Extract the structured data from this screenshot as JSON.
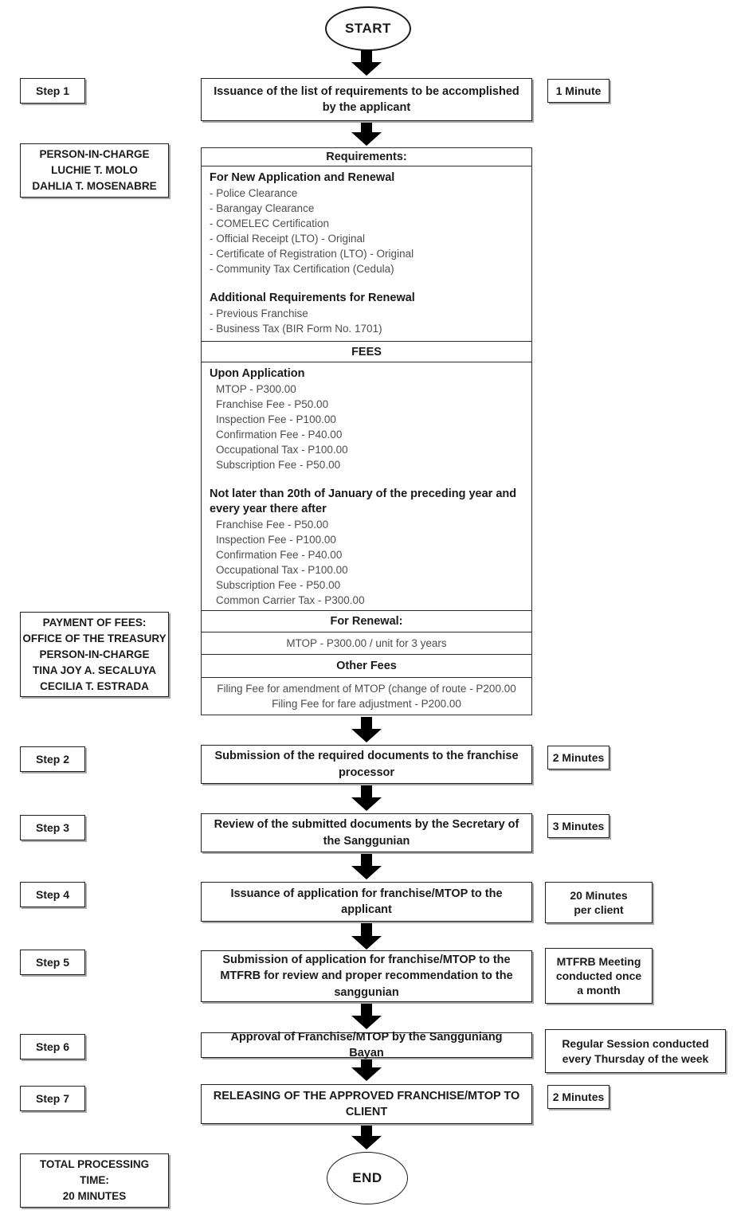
{
  "colors": {
    "border": "#1f1f1f",
    "text_primary": "#1a1a1a",
    "text_muted": "#4d4d4d",
    "arrow": "#000000",
    "shadow": "#a8a8a8"
  },
  "terminals": {
    "start": "START",
    "end": "END"
  },
  "steps": [
    {
      "label": "Step 1",
      "text": "Issuance of the list of requirements to be accomplished by the applicant",
      "time": "1 Minute"
    },
    {
      "label": "Step 2",
      "text": "Submission of the required documents to the franchise processor",
      "time": "2 Minutes"
    },
    {
      "label": "Step 3",
      "text": "Review of the submitted documents by the Secretary of the Sanggunian",
      "time": "3 Minutes"
    },
    {
      "label": "Step 4",
      "text": "Issuance of application for franchise/MTOP to the applicant",
      "time": "20 Minutes\nper client"
    },
    {
      "label": "Step 5",
      "text": "Submission of application for franchise/MTOP to the MTFRB for review and proper recommendation to the sanggunian",
      "time": "MTFRB Meeting\nconducted once\na month"
    },
    {
      "label": "Step 6",
      "text": "Approval of Franchise/MTOP by the Sangguniang Bayan",
      "time": "Regular Session conducted\nevery Thursday of the week"
    },
    {
      "label": "Step 7",
      "text": "RELEASING OF THE APPROVED FRANCHISE/MTOP TO CLIENT",
      "time": "2 Minutes"
    }
  ],
  "left_panels": {
    "person_in_charge": {
      "lines": [
        "PERSON-IN-CHARGE",
        "LUCHIE T. MOLO",
        "DAHLIA T. MOSENABRE"
      ]
    },
    "payment": {
      "lines": [
        "PAYMENT OF FEES:",
        "OFFICE OF THE TREASURY",
        "PERSON-IN-CHARGE",
        "TINA JOY A. SECALUYA",
        "CECILIA T. ESTRADA"
      ]
    },
    "total": {
      "lines": [
        "TOTAL PROCESSING",
        "TIME:",
        "20 MINUTES"
      ]
    }
  },
  "details": {
    "requirements_header": "Requirements:",
    "new_application_title": "For New Application and Renewal",
    "new_application_items": [
      "- Police Clearance",
      "- Barangay Clearance",
      "- COMELEC Certification",
      "- Official Receipt (LTO) - Original",
      "- Certificate of Registration (LTO) - Original",
      "- Community Tax Certification (Cedula)"
    ],
    "renewal_additional_title": "Additional Requirements for Renewal",
    "renewal_additional_items": [
      "- Previous Franchise",
      "- Business Tax (BIR Form No. 1701)"
    ],
    "fees_header": "FEES",
    "upon_application_title": "Upon Application",
    "upon_application_items": [
      "MTOP - P300.00",
      "Franchise Fee - P50.00",
      "Inspection Fee - P100.00",
      "Confirmation Fee - P40.00",
      "Occupational Tax - P100.00",
      "Subscription Fee - P50.00"
    ],
    "annual_title": "Not later than 20th of January of the preceding year and every year there after",
    "annual_items": [
      "Franchise Fee - P50.00",
      "Inspection Fee - P100.00",
      "Confirmation Fee - P40.00",
      "Occupational Tax - P100.00",
      "Subscription Fee - P50.00",
      "Common Carrier Tax - P300.00"
    ],
    "for_renewal_header": "For Renewal:",
    "for_renewal_value": "MTOP - P300.00 / unit for 3 years",
    "other_fees_header": "Other Fees",
    "other_fees_items": [
      "Filing Fee for amendment of MTOP (change of route - P200.00",
      "Filing Fee for fare adjustment - P200.00"
    ]
  }
}
